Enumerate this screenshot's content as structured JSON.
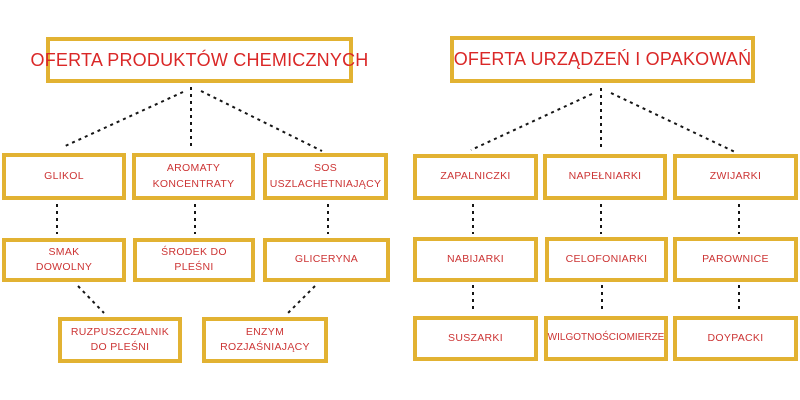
{
  "colors": {
    "box_border": "#e2b232",
    "title_text": "#da2727",
    "label_text": "#cc3434",
    "connector": "#151515",
    "bg": "#ffffff"
  },
  "left_chart": {
    "title": "OFERTA PRODUKTÓW CHEMICZNYCH",
    "level1": [
      "GLIKOL",
      "AROMATY\nKONCENTRATY",
      "SOS\nUSZLACHETNIAJĄCY"
    ],
    "level2": [
      "SMAK\nDOWOLNY",
      "ŚRODEK DO\nPLEŚNI",
      "GLICERYNA"
    ],
    "level3": [
      "RUZPUSZCZALNIK\nDO PLEŚNI",
      "ENZYM\nROZJAŚNIAJĄCY"
    ],
    "edges": [
      [
        "OFERTA PRODUKTÓW CHEMICZNYCH",
        "GLIKOL"
      ],
      [
        "OFERTA PRODUKTÓW CHEMICZNYCH",
        "AROMATY KONCENTRATY"
      ],
      [
        "OFERTA PRODUKTÓW CHEMICZNYCH",
        "SOS USZLACHETNIAJĄCY"
      ],
      [
        "GLIKOL",
        "SMAK DOWOLNY"
      ],
      [
        "AROMATY KONCENTRATY",
        "ŚRODEK DO PLEŚNI"
      ],
      [
        "SOS USZLACHETNIAJĄCY",
        "GLICERYNA"
      ],
      [
        "SMAK DOWOLNY",
        "RUZPUSZCZALNIK DO PLEŚNI"
      ],
      [
        "GLICERYNA",
        "ENZYM ROZJAŚNIAJĄCY"
      ]
    ]
  },
  "right_chart": {
    "title": "OFERTA URZĄDZEŃ I OPAKOWAŃ",
    "level1": [
      "ZAPALNICZKI",
      "NAPEŁNIARKI",
      "ZWIJARKI"
    ],
    "level2": [
      "NABIJARKI",
      "CELOFONIARKI",
      "PAROWNICE"
    ],
    "level3": [
      "SUSZARKI",
      "WILGOTNOŚCIOMIERZE",
      "DOYPACKI"
    ],
    "edges": [
      [
        "OFERTA URZĄDZEŃ I OPAKOWAŃ",
        "ZAPALNICZKI"
      ],
      [
        "OFERTA URZĄDZEŃ I OPAKOWAŃ",
        "NAPEŁNIARKI"
      ],
      [
        "OFERTA URZĄDZEŃ I OPAKOWAŃ",
        "ZWIJARKI"
      ],
      [
        "ZAPALNICZKI",
        "NABIJARKI"
      ],
      [
        "NAPEŁNIARKI",
        "CELOFONIARKI"
      ],
      [
        "ZWIJARKI",
        "PAROWNICE"
      ],
      [
        "NABIJARKI",
        "SUSZARKI"
      ],
      [
        "CELOFONIARKI",
        "WILGOTNOŚCIOMIERZE"
      ],
      [
        "PAROWNICE",
        "DOYPACKI"
      ]
    ]
  }
}
